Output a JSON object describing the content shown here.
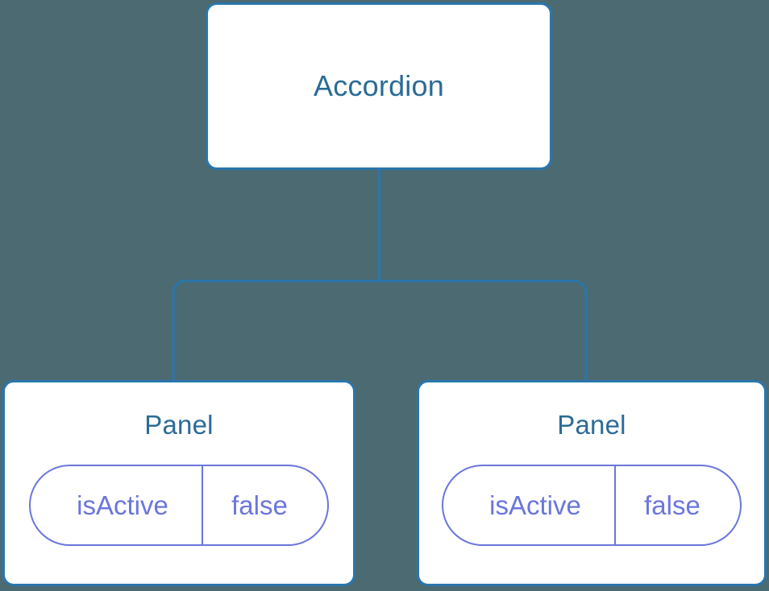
{
  "diagram": {
    "type": "component-tree",
    "background_color": "#4b6a72",
    "node_border_color": "#2a76ad",
    "node_fill_color": "#ffffff",
    "node_title_color": "#2a6b96",
    "prop_color": "#6b76dd",
    "connector_color": "#2a76ad",
    "root": {
      "title": "Accordion"
    },
    "children": [
      {
        "title": "Panel",
        "props": [
          {
            "key": "isActive",
            "value": "false"
          }
        ]
      },
      {
        "title": "Panel",
        "props": [
          {
            "key": "isActive",
            "value": "false"
          }
        ]
      }
    ]
  }
}
